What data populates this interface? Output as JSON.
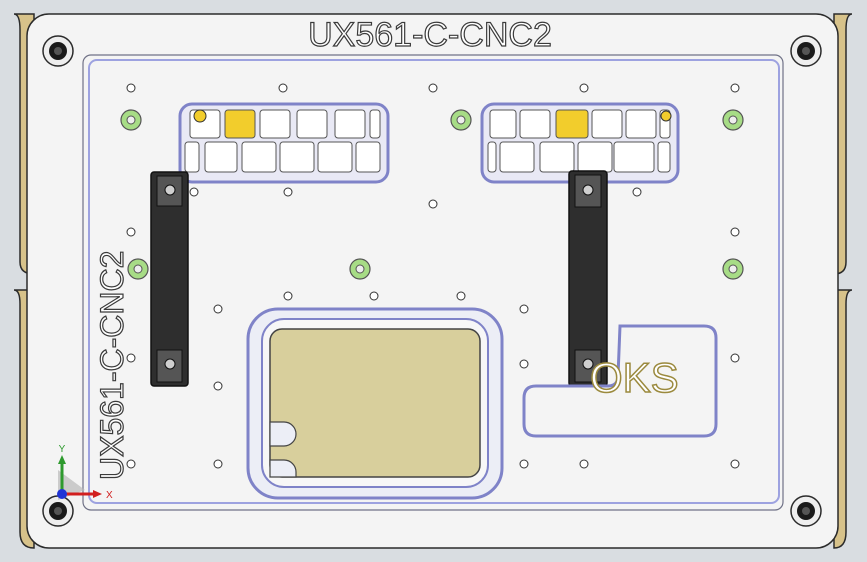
{
  "model": {
    "engraving_top": "UX561-C-CNC2",
    "engraving_side": "UX561-C-CNC2",
    "engraving_stamp": "OKS"
  },
  "triad": {
    "y_label": "Y",
    "x_label": "X"
  },
  "colors": {
    "viewport_bg": "#d4d8dc",
    "plate": "#f4f4f4",
    "edge": "#2b2b2b",
    "bracket": "#d7c28a",
    "pocket_outline": "#7f83c8",
    "pad": "#d8cf9c",
    "handle": "#2e2e2e",
    "locator": "#a7dc86",
    "sensor": "#f2cd2c"
  }
}
